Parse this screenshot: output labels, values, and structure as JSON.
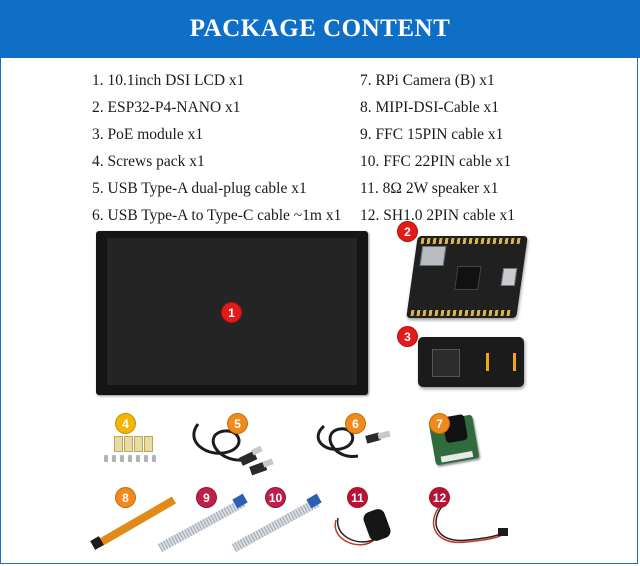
{
  "header": {
    "title": "PACKAGE CONTENT"
  },
  "items_left": [
    "1. 10.1inch DSI LCD x1",
    "2. ESP32-P4-NANO x1",
    "3. PoE module x1",
    "4. Screws pack x1",
    "5. USB Type-A dual-plug cable x1",
    "6. USB Type-A to Type-C cable ~1m x1"
  ],
  "items_right": [
    "7. RPi Camera (B) x1",
    "8. MIPI-DSI-Cable x1",
    "9. FFC 15PIN cable x1",
    "10. FFC 22PIN cable x1",
    "11. 8Ω 2W speaker x1",
    "12. SH1.0 2PIN cable x1"
  ],
  "badges": [
    "1",
    "2",
    "3",
    "4",
    "5",
    "6",
    "7",
    "8",
    "9",
    "10",
    "11",
    "12"
  ],
  "colors": {
    "header_bg": "#0f6fc7",
    "badge_red": "#e21b1b",
    "badge_yellow": "#f2b705",
    "badge_orange": "#f08a1c"
  }
}
